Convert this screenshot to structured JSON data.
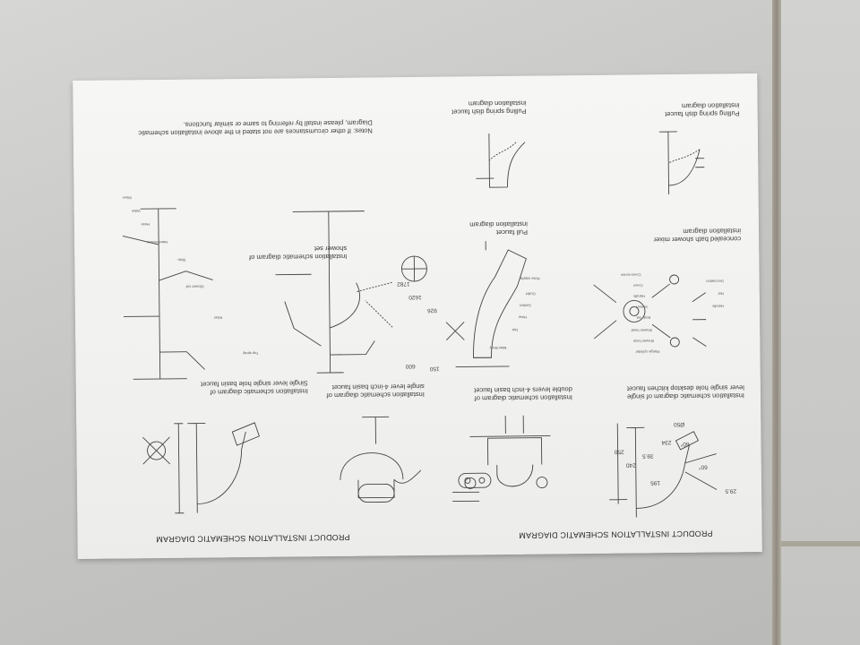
{
  "headings": {
    "left": "PRODUCT INSTALLATION SCHEMATIC DIAGRAM",
    "right": "PRODUCT INSTALLATION SCHEMATIC DIAGRAM"
  },
  "captions": {
    "single_lever_kitchen": "Installation schematic diagram of single\nlever single hole desktop kitchen faucet",
    "double_lever_basin": "Installation schematic diagram of\ndouble levers 4-inch basin faucet",
    "pull_faucet": "Pull faucet\ninstallation diagram",
    "spring_dish_1": "Pulling spring dish faucet\ninstallation diagram",
    "concealed_bath": "concealed bath shower mixer\ninstallation diagram",
    "spring_dish_2": "Pulling spring dish faucet\ninstallation diagram",
    "single_hole_basin": "Installation schematic diagram of\nSingle lever single hole basin faucet",
    "single_4inch_basin": "Installation schematic diagram of\nsingle lever 4-inch basin faucet",
    "shower_set": "Installation schematic diagram of\nshower set"
  },
  "notes": "Notes: If other circumstances are not stated in the above installation schematic\nDiagram, please install by referring to same or similar functions.",
  "dimensions": {
    "kitchen": [
      "250",
      "240",
      "195",
      "234",
      "Ø50",
      "39.5",
      "60°",
      "60°",
      "29.5"
    ],
    "shower": [
      "1782",
      "1620",
      "926",
      "150",
      "600"
    ]
  },
  "part_labels": {
    "concealed": [
      "Flange cylinder",
      "Shower hose",
      "Shower head",
      "Body set",
      "Screen",
      "Handle",
      "Cover",
      "Cover-screw",
      "Decoration",
      "Nut",
      "Handle"
    ],
    "pull": [
      "Main Body",
      "Nut",
      "Hose",
      "Gasket",
      "Outlet",
      "Hose supply"
    ],
    "shower_set": [
      "Top spray",
      "Riser",
      "Shower rail",
      "Slide",
      "Hand shower",
      "Hose",
      "Valve",
      "Mixer"
    ]
  }
}
